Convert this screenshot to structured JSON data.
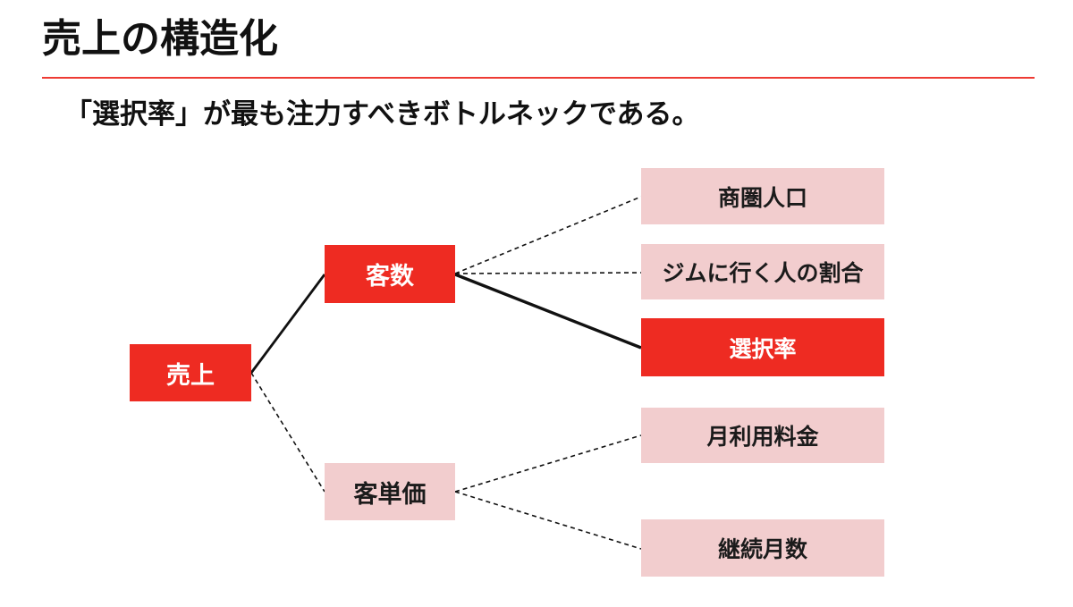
{
  "slide": {
    "title": "売上の構造化",
    "subtitle": "「選択率」が最も注力すべきボトルネックである。"
  },
  "colors": {
    "emphasis_red": "#ee2b22",
    "soft_pink": "#f2cdce",
    "rule_red": "#ee3b33"
  },
  "tree": {
    "root": {
      "label": "売上",
      "style": "emphasis"
    },
    "branches": [
      {
        "label": "客数",
        "style": "emphasis",
        "link_to_parent": "solid"
      },
      {
        "label": "客単価",
        "style": "soft",
        "link_to_parent": "dashed"
      }
    ],
    "leaves": [
      {
        "label": "商圏人口",
        "parent": "客数",
        "style": "soft",
        "link_to_parent": "dashed"
      },
      {
        "label": "ジムに行く人の割合",
        "parent": "客数",
        "style": "soft",
        "link_to_parent": "dashed"
      },
      {
        "label": "選択率",
        "parent": "客数",
        "style": "emphasis",
        "link_to_parent": "solid"
      },
      {
        "label": "月利用料金",
        "parent": "客単価",
        "style": "soft",
        "link_to_parent": "dashed"
      },
      {
        "label": "継続月数",
        "parent": "客単価",
        "style": "soft",
        "link_to_parent": "dashed"
      }
    ]
  }
}
